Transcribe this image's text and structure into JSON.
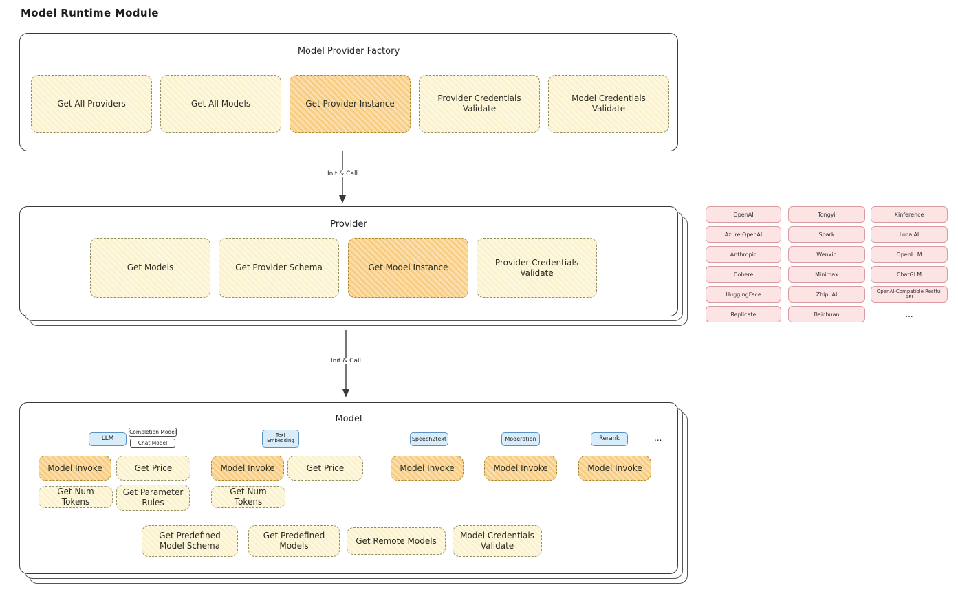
{
  "page_title": "Model Runtime Module",
  "arrows": {
    "arrow1_label": "Init & Call",
    "arrow2_label": "Init & Call"
  },
  "factory": {
    "title": "Model Provider Factory",
    "items": [
      {
        "label": "Get All Providers"
      },
      {
        "label": "Get All Models"
      },
      {
        "label": "Get Provider Instance"
      },
      {
        "label": "Provider Credentials Validate"
      },
      {
        "label": "Model Credentials Validate"
      }
    ]
  },
  "provider": {
    "title": "Provider",
    "items": [
      {
        "label": "Get Models"
      },
      {
        "label": "Get Provider Schema"
      },
      {
        "label": "Get Model Instance"
      },
      {
        "label": "Provider Credentials Validate"
      }
    ]
  },
  "provider_list": {
    "col1": [
      "OpenAI",
      "Azure OpenAI",
      "Anthropic",
      "Cohere",
      "HuggingFace",
      "Replicate"
    ],
    "col2": [
      "Tongyi",
      "Spark",
      "Wenxin",
      "Minimax",
      "ZhipuAI",
      "Baichuan"
    ],
    "col3": [
      "Xinference",
      "LocalAI",
      "OpenLLM",
      "ChatGLM",
      "OpenAI-Compatible Restful API"
    ],
    "ellipsis": "..."
  },
  "model": {
    "title": "Model",
    "tags": {
      "llm": "LLM",
      "completion_model": "Completion Model",
      "chat_model": "Chat Model",
      "text_embedding": "Text Embedding",
      "speech2text": "Speech2text",
      "moderation": "Moderation",
      "rerank": "Rerank",
      "ellipsis": "..."
    },
    "llm_ops": [
      "Model Invoke",
      "Get Price",
      "Get Num Tokens",
      "Get Parameter Rules"
    ],
    "embedding_ops": [
      "Model Invoke",
      "Get Price",
      "Get Num Tokens"
    ],
    "speech2text_ops": [
      "Model Invoke"
    ],
    "moderation_ops": [
      "Model Invoke"
    ],
    "rerank_ops": [
      "Model Invoke"
    ],
    "common_ops": [
      "Get Predefined Model Schema",
      "Get Predefined Models",
      "Get Remote Models",
      "Model Credentials Validate"
    ]
  }
}
